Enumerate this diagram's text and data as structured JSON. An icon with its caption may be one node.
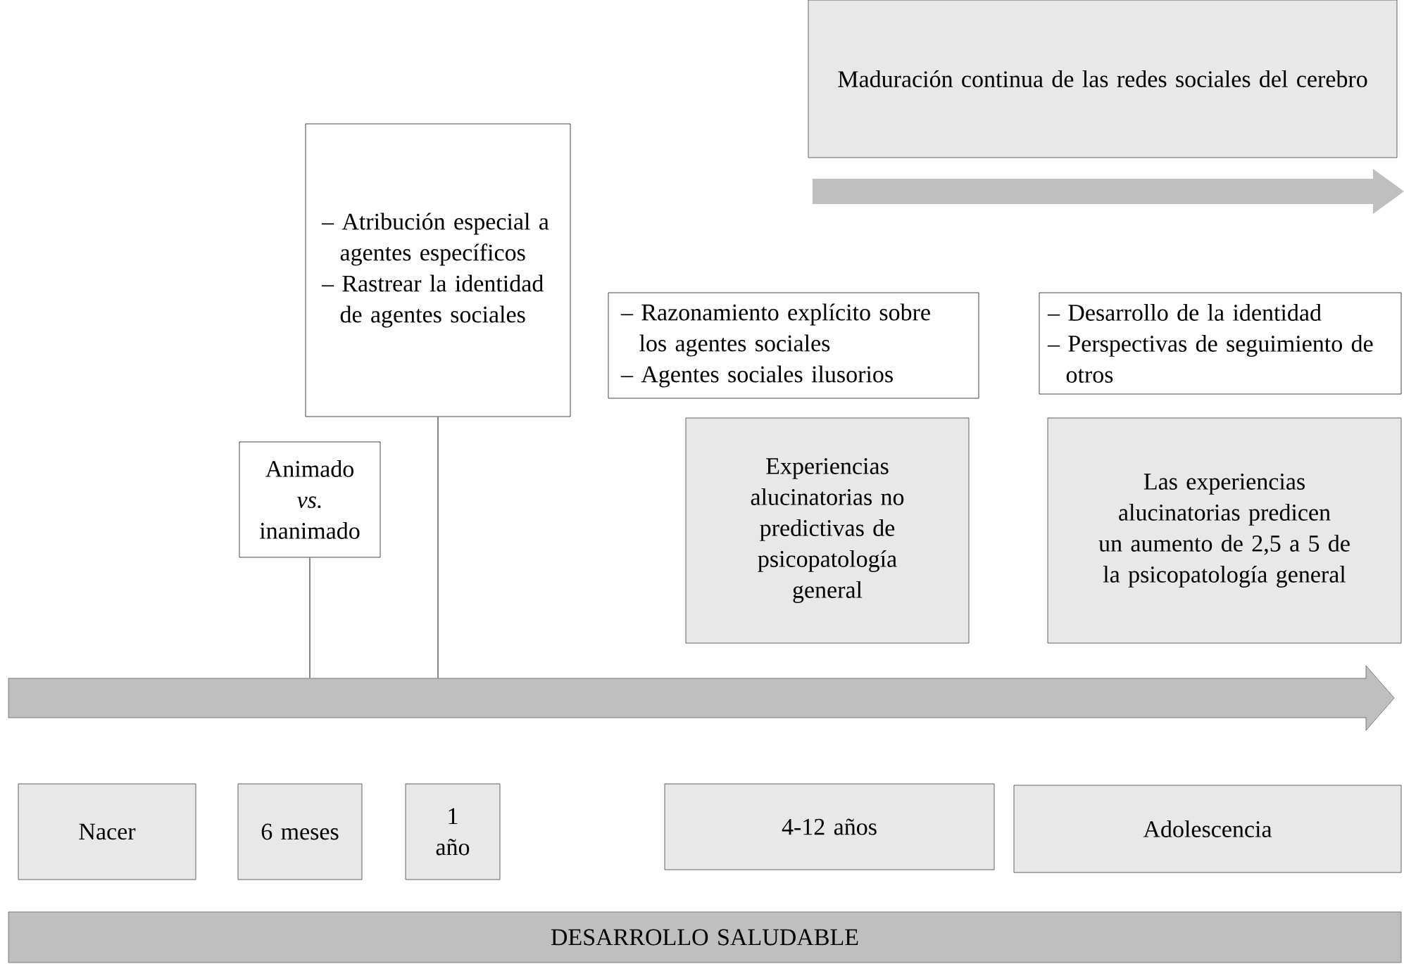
{
  "diagram": {
    "nodes": [
      {
        "text": [
          "Maduración continua de las redes sociales del cerebro"
        ]
      },
      {
        "text": [
          "Animado *vs.* inanimado"
        ]
      },
      {
        "text": [
          "– Atribución especial a agentes específicos",
          "– Rastrear la identidad de agentes sociales"
        ]
      },
      {
        "text": [
          "– Razonamiento explícito sobre los agentes sociales",
          "– Agentes sociales ilusorios"
        ]
      },
      {
        "text": [
          "– Desarrollo de la identidad",
          "– Perspectivas de seguimiento de otros"
        ]
      },
      {
        "text": [
          "Experiencias alucinatorias no predictivas de psicopatología general"
        ]
      },
      {
        "text": [
          "Las experiencias alucinatorias predicen un aumento de 2,5 a 5 de la psicopatología general"
        ]
      },
      {
        "text": [],
        "shape": "arrow"
      },
      {
        "text": [
          "Nacer"
        ]
      },
      {
        "text": [
          "6 meses"
        ]
      },
      {
        "text": [
          "1 año"
        ]
      },
      {
        "text": [
          "4-12 años"
        ]
      },
      {
        "text": [
          "Adolescencia"
        ]
      },
      {
        "text": [
          "DESARROLLO SALUDABLE"
        ]
      }
    ],
    "edges": [
      {
        "from": 1,
        "to": 7,
        "arrow": "none"
      },
      {
        "from": 2,
        "to": 7,
        "arrow": "none"
      }
    ]
  }
}
